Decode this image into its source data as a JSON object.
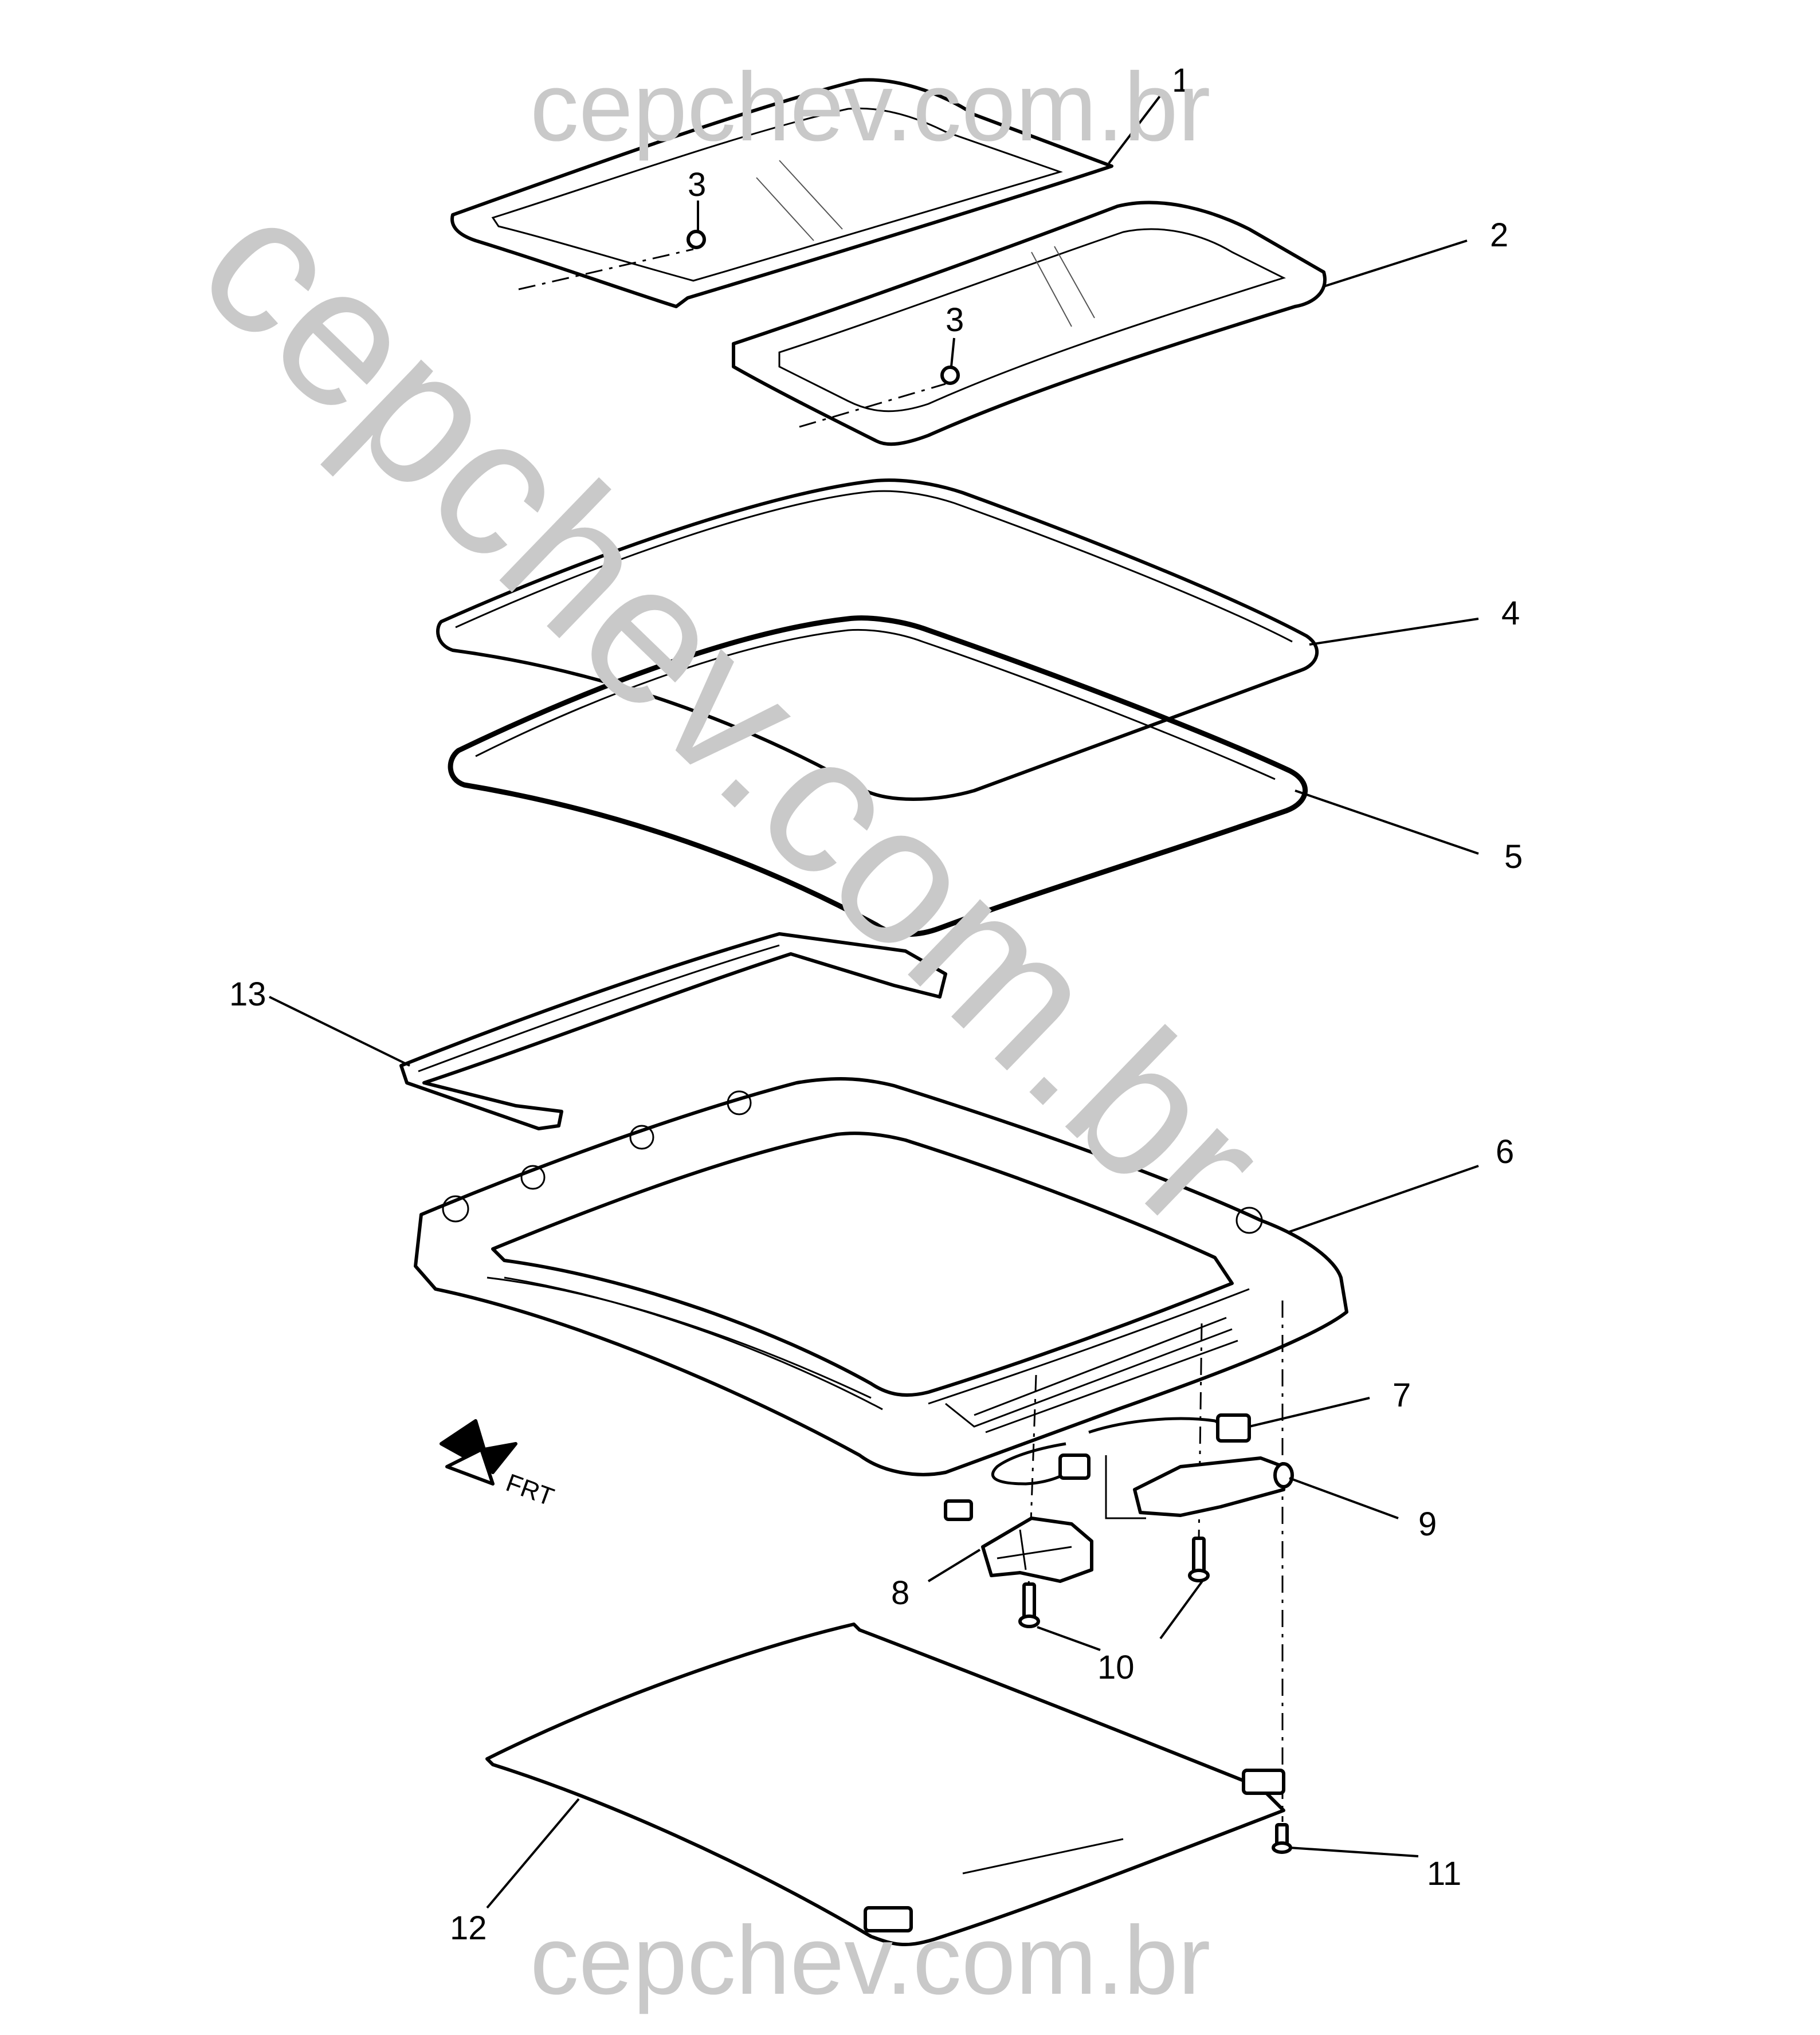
{
  "watermarks": {
    "top": "cepchev.com.br",
    "bottom": "cepchev.com.br",
    "diagonal": "cepchev.com.br"
  },
  "callouts": [
    "1",
    "2",
    "3",
    "3",
    "4",
    "5",
    "6",
    "7",
    "8",
    "9",
    "10",
    "11",
    "12",
    "13"
  ],
  "orientation_label": "FRT"
}
